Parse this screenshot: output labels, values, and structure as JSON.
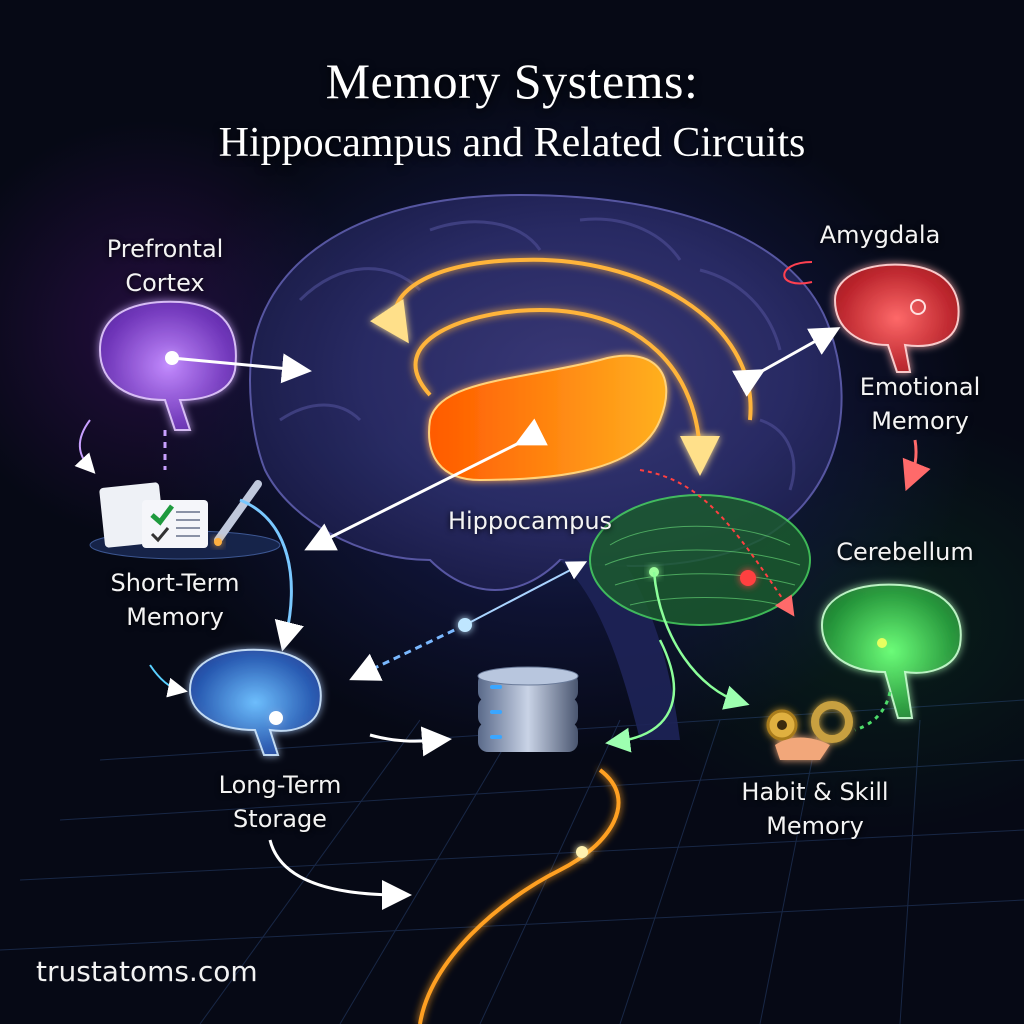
{
  "header": {
    "title": "Memory Systems:",
    "subtitle": "Hippocampus and Related Circuits"
  },
  "regions": {
    "prefrontal": {
      "line1": "Prefrontal",
      "line2": "Cortex",
      "color": "#a64dff"
    },
    "amygdala": {
      "line1": "Amygdala",
      "color": "#ff2a2a"
    },
    "emotional": {
      "line1": "Emotional",
      "line2": "Memory",
      "color": "#ff4d4d"
    },
    "hippocampus": {
      "line1": "Hippocampus",
      "color": "#ff8c1a"
    },
    "short_term": {
      "line1": "Short-Term",
      "line2": "Memory",
      "color": "#3aa0ff"
    },
    "cerebellum": {
      "line1": "Cerebellum",
      "color": "#2ecc52"
    },
    "long_term": {
      "line1": "Long-Term",
      "line2": "Storage",
      "color": "#2f7bff"
    },
    "habit_skill": {
      "line1": "Habit & Skill",
      "line2": "Memory",
      "color": "#e0b040"
    }
  },
  "icons": {
    "short_term": "documents-checklist-pen-icon",
    "long_term": "database-server-icon",
    "habit_skill": "gears-hand-icon"
  },
  "footer": {
    "site": "trustatoms.com"
  }
}
